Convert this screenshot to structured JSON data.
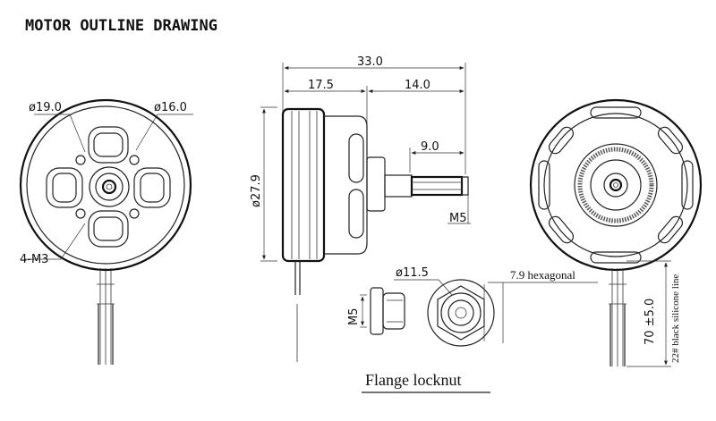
{
  "title": "MOTOR OUTLINE DRAWING",
  "front_view": {
    "outer_diameter": "ø19.0",
    "inner_diameter": "ø16.0",
    "mount_holes": "4-M3"
  },
  "side_view": {
    "total_length": "33.0",
    "body_length": "17.5",
    "shaft_length": "14.0",
    "shaft_end": "9.0",
    "body_diameter": "ø27.9",
    "thread": "M5"
  },
  "locknut": {
    "diameter": "ø11.5",
    "hex": "7.9 hexagonal",
    "thread": "M5",
    "caption": "Flange locknut"
  },
  "wire": {
    "length": "70 ±5.0",
    "spec": "22# black silicone line"
  }
}
